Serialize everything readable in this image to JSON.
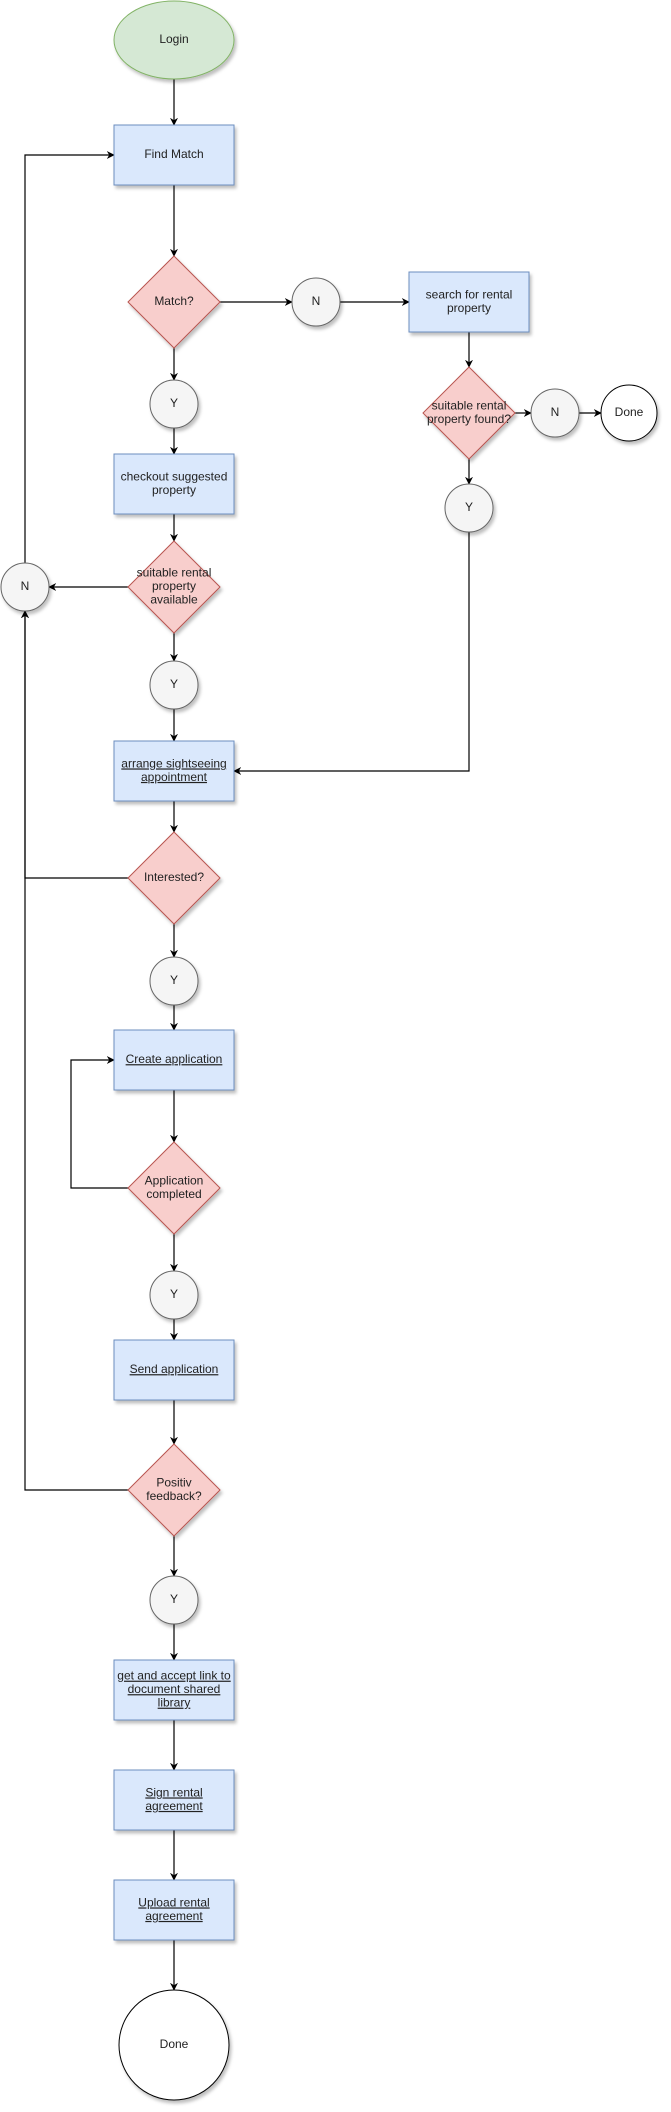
{
  "colors": {
    "process_fill": "#dae8fc",
    "process_stroke": "#6c8ebf",
    "decision_fill": "#f8cecc",
    "decision_stroke": "#b85450",
    "start_fill": "#d5e8d4",
    "start_stroke": "#82b366",
    "connector_fill": "#f5f5f5",
    "connector_stroke": "#666666",
    "terminal_fill": "#ffffff",
    "terminal_stroke": "#000000",
    "edge_color": "#000000"
  },
  "nodes": {
    "login": {
      "lines": [
        "Login"
      ]
    },
    "find_match": {
      "lines": [
        "Find Match"
      ]
    },
    "match_decision": {
      "lines": [
        "Match?"
      ]
    },
    "match_no": {
      "lines": [
        "N"
      ]
    },
    "search_rental": {
      "lines": [
        "search for rental",
        "property"
      ]
    },
    "suitable_found_decision": {
      "lines": [
        "suitable rental",
        "property found?"
      ]
    },
    "found_no": {
      "lines": [
        "N"
      ]
    },
    "done_right": {
      "lines": [
        "Done"
      ]
    },
    "found_yes": {
      "lines": [
        "Y"
      ]
    },
    "match_yes": {
      "lines": [
        "Y"
      ]
    },
    "checkout_suggested": {
      "lines": [
        "checkout suggested",
        "property"
      ]
    },
    "suitable_available_decision": {
      "lines": [
        "suitable rental",
        "property",
        "available"
      ]
    },
    "available_no": {
      "lines": [
        "N"
      ]
    },
    "available_yes": {
      "lines": [
        "Y"
      ]
    },
    "arrange_sightseeing": {
      "lines": [
        "arrange sightseeing",
        "appointment"
      ]
    },
    "interested_decision": {
      "lines": [
        "Interested?"
      ]
    },
    "interested_yes": {
      "lines": [
        "Y"
      ]
    },
    "create_application": {
      "lines": [
        "Create application"
      ]
    },
    "application_completed_decision": {
      "lines": [
        "Application",
        "completed"
      ]
    },
    "completed_yes": {
      "lines": [
        "Y"
      ]
    },
    "send_application": {
      "lines": [
        "Send application"
      ]
    },
    "positive_feedback_decision": {
      "lines": [
        "Positiv",
        "feedback?"
      ]
    },
    "feedback_yes": {
      "lines": [
        "Y"
      ]
    },
    "get_accept_link": {
      "lines": [
        "get and accept link to",
        "document shared",
        "library"
      ]
    },
    "sign_agreement": {
      "lines": [
        "Sign rental",
        "agreement"
      ]
    },
    "upload_agreement": {
      "lines": [
        "Upload rental",
        "agreement"
      ]
    },
    "done_bottom": {
      "lines": [
        "Done"
      ]
    }
  }
}
